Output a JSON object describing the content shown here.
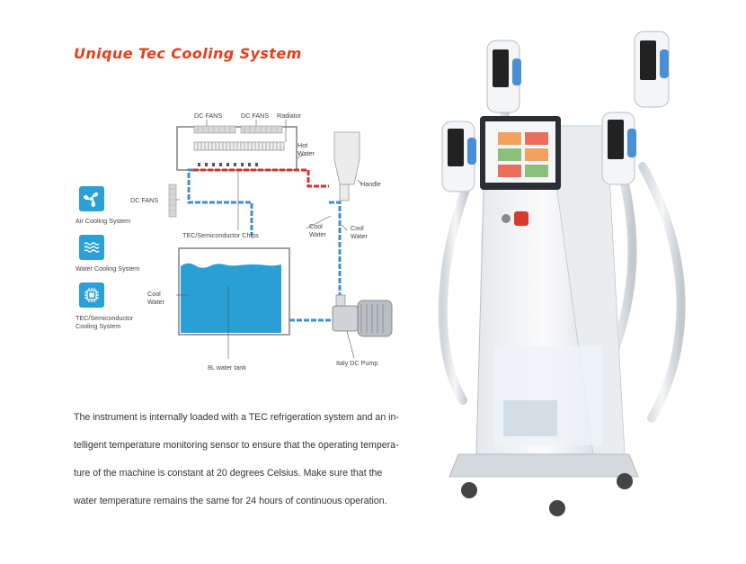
{
  "title": "Unique Tec Cooling System",
  "legend": [
    {
      "icon": "fan-icon",
      "label": "Air Cooling System"
    },
    {
      "icon": "water-waves-icon",
      "label": "Water Cooling System"
    },
    {
      "icon": "chip-icon",
      "label": "TEC/Semiconductor Cooling System"
    }
  ],
  "diagram_labels": {
    "dc_fans_1": "DC FANS",
    "dc_fans_2": "DC FANS",
    "radiator": "Radiator",
    "hot_water": "Hot Water",
    "handle": "Handle",
    "dc_fans_side": "DC FANS",
    "tec_chips": "TEC/Semiconductor Chips",
    "cool_water_1": "Cool Water",
    "cool_water_2": "Cool Water",
    "cool_water_tank": "Cool Water",
    "water_tank": "8L water tank",
    "pump": "Italy DC Pump"
  },
  "colors": {
    "accent": "#e2401c",
    "water": "#2aa0d8",
    "hot_pipe": "#d9302a",
    "cool_pipe": "#3d8fd0"
  },
  "description": [
    "The instrument is internally loaded with a TEC refrigeration system and an in-",
    "telligent temperature monitoring sensor to ensure that the operating tempera-",
    "ture of the machine is constant at 20 degrees Celsius. Make sure that the",
    "water temperature remains the same for 24 hours of continuous operation."
  ]
}
